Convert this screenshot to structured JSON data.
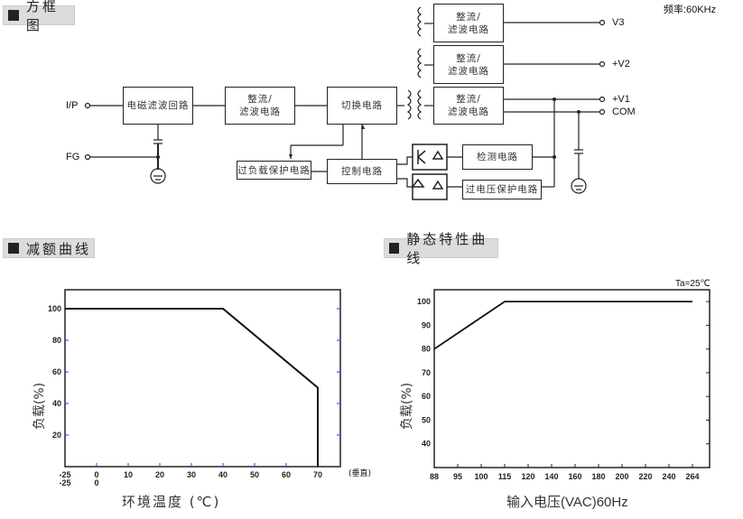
{
  "sections": {
    "block_diagram": "方框图",
    "derating": "减额曲线",
    "static": "静态特性曲线"
  },
  "frequency": "频率:60KHz",
  "diagram": {
    "inputs": {
      "ip": "I/P",
      "fg": "FG"
    },
    "emi": "电磁滤波回路",
    "rect1": [
      "整流/",
      "滤波电路"
    ],
    "switch": "切换电路",
    "out3": [
      "整流/",
      "滤波电路"
    ],
    "out2": [
      "整流/",
      "滤波电路"
    ],
    "out1": [
      "整流/",
      "滤波电路"
    ],
    "overload": "过负载保护电路",
    "control": "控制电路",
    "detect": "检测电路",
    "ovp": "过电压保护电路",
    "outputs": {
      "v3": "V3",
      "v2": "+V2",
      "v1": "+V1",
      "com": "COM"
    }
  },
  "chart_data": [
    {
      "type": "line",
      "title": "减额曲线",
      "xlabel": "环境温度 (℃)",
      "ylabel": "负载(%)",
      "xticks": [
        -25,
        0,
        10,
        20,
        30,
        40,
        50,
        60,
        70
      ],
      "xticks_row2": [
        "-25",
        "0"
      ],
      "x_note": "(垂直)",
      "yticks": [
        20,
        40,
        60,
        80,
        100
      ],
      "ylim": [
        0,
        112
      ],
      "series": [
        {
          "name": "load",
          "points": [
            [
              -25,
              100
            ],
            [
              40,
              100
            ],
            [
              70,
              50
            ],
            [
              70,
              0
            ]
          ]
        }
      ]
    },
    {
      "type": "line",
      "title": "静态特性曲线",
      "xlabel": "输入电压(VAC)60Hz",
      "ylabel": "负载(%)",
      "annotation": "Ta=25℃",
      "categories": [
        "88",
        "95",
        "100",
        "115",
        "120",
        "140",
        "160",
        "180",
        "200",
        "220",
        "240",
        "264"
      ],
      "yticks": [
        40,
        50,
        60,
        70,
        80,
        90,
        100
      ],
      "ylim": [
        30,
        105
      ],
      "series": [
        {
          "name": "load",
          "points": [
            [
              "88",
              80
            ],
            [
              "115",
              100
            ],
            [
              "264",
              100
            ]
          ]
        }
      ]
    }
  ]
}
